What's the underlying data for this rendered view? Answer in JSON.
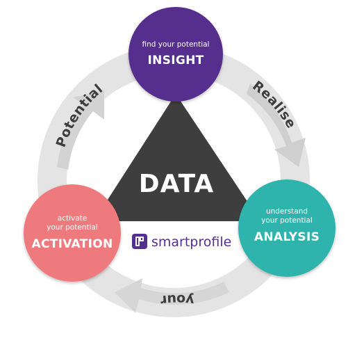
{
  "center": {
    "label": "DATA"
  },
  "nodes": {
    "insight": {
      "subtitle": "find your potential",
      "title": "INSIGHT",
      "color": "#542f8e"
    },
    "analysis": {
      "subtitle_line1": "understand",
      "subtitle_line2": "your potential",
      "title": "ANALYSIS",
      "color": "#2fb4ac"
    },
    "activation": {
      "subtitle_line1": "activate",
      "subtitle_line2": "your potential",
      "title": "ACTIVATION",
      "color": "#ef7a7d"
    }
  },
  "cycle_labels": {
    "right": "Realise",
    "bottom": "your",
    "left": "Potential"
  },
  "brand": {
    "name": "smartprofile",
    "color": "#542f8e"
  },
  "colors": {
    "ring": "#e4e4e4",
    "ring_dark": "#c9c9c9",
    "triangle": "#3e3e3e"
  }
}
